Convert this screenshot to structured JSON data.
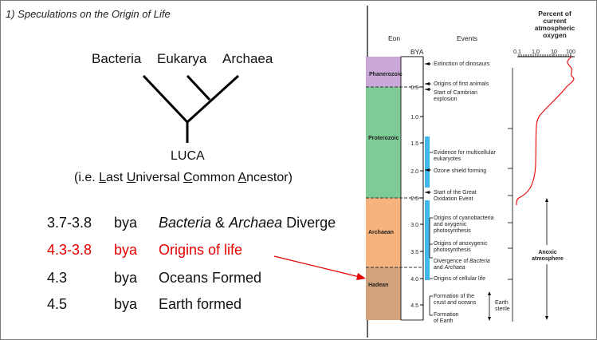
{
  "slide_title": "1)  Speculations on the Origin of Life",
  "tree": {
    "bacteria": "Bacteria",
    "eukarya": "Eukarya",
    "archaea": "Archaea",
    "luca": "LUCA",
    "luca_def_prefix": "(i.e. ",
    "luca_def_L": "L",
    "luca_def_ast": "ast ",
    "luca_def_U": "U",
    "luca_def_niversal": "niversal ",
    "luca_def_C": "C",
    "luca_def_ommon": "ommon ",
    "luca_def_A": "A",
    "luca_def_ncestor": "ncestor)"
  },
  "timeline": [
    {
      "range": "3.7-3.8",
      "unit": "bya",
      "event_italic": "Bacteria",
      "event_mid": " & ",
      "event_italic2": "Archaea",
      "event_end": " Diverge",
      "color": "#111111"
    },
    {
      "range": "4.3-3.8",
      "unit": "bya",
      "event": "Origins of life",
      "color": "#e60000"
    },
    {
      "range": "4.3",
      "unit": "bya",
      "event": "Oceans Formed",
      "color": "#111111"
    },
    {
      "range": "4.5",
      "unit": "bya",
      "event": "Earth formed",
      "color": "#111111"
    }
  ],
  "figure": {
    "eon_header": "Eon",
    "events_header": "Events",
    "bya_header": "BYA",
    "oxygen_header": [
      "Percent of",
      "current",
      "atmospheric",
      "oxygen"
    ],
    "oxygen_ticks": [
      "0.1",
      "1.0",
      "10",
      "100"
    ],
    "eons": [
      "Phanerozoic",
      "Proterozoic",
      "Archaean",
      "Hadean"
    ],
    "eon_colors": {
      "Phanerozoic": "#c9a7d6",
      "Proterozoic": "#7fcb96",
      "Archaean": "#f6b27c",
      "Hadean": "#d1a27c"
    },
    "bya_ticks": [
      "0.5",
      "1.0",
      "1.5",
      "2.0",
      "2.5",
      "3.0",
      "3.5",
      "4.0",
      "4.5"
    ],
    "events": {
      "dinosaurs": "Extinction of dinosaurs",
      "animals": "Origins of first animals",
      "cambrian": [
        "Start of Cambrian",
        "explosion"
      ],
      "multicellular": [
        "Evidence for multicellular",
        "eukaryotes"
      ],
      "ozone": "Ozone shield forming",
      "goe": [
        "Start of the Great",
        "Oxidation Event"
      ],
      "cyano": [
        "Origins of cyanobacteria",
        "and oxygenic",
        "photosynthesis"
      ],
      "anoxygenic": [
        "Origins of anoxygenic",
        "photosynthesis"
      ],
      "divergence": [
        "Divergence of ",
        "Bacteria",
        "and ",
        "Archaea"
      ],
      "cellular": "Origins of cellular life",
      "oceans": [
        "Formation of the",
        "crust and oceans"
      ],
      "earth": [
        "Formation",
        "of Earth"
      ],
      "sterile": [
        "Earth",
        "sterile"
      ]
    },
    "anoxic_label": [
      "Anoxic",
      "atmosphere"
    ]
  }
}
